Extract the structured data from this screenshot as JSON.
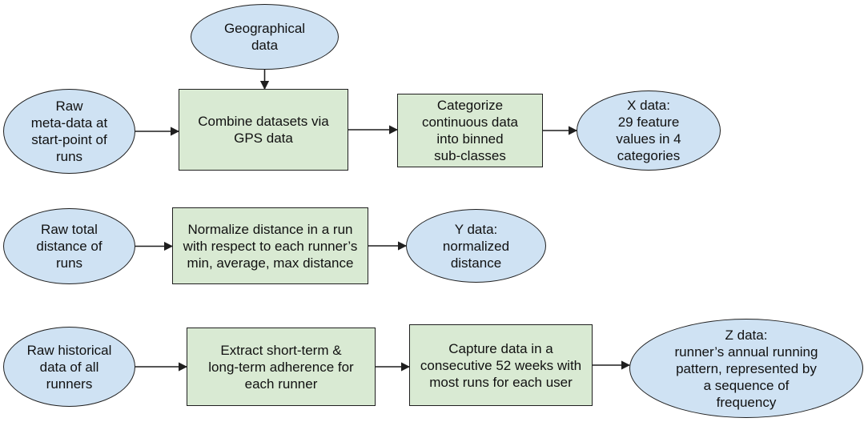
{
  "colors": {
    "ellipse_fill": "#cfe2f3",
    "rect_fill": "#d9ead3",
    "stroke": "#1f1f1f",
    "text": "#111111"
  },
  "nodes": {
    "geo": "Geographical\ndata",
    "raw_meta": "Raw\nmeta-data at\nstart-point of\nruns",
    "combine": "Combine datasets via\nGPS data",
    "categorize": "Categorize\ncontinuous data\ninto binned\nsub-classes",
    "x_data": "X data:\n29 feature\nvalues in 4\ncategories",
    "raw_total": "Raw total\ndistance of\nruns",
    "normalize": "Normalize distance in a run\nwith respect to each runner’s\nmin, average, max distance",
    "y_data": "Y data:\nnormalized\ndistance",
    "raw_hist": "Raw historical\ndata of all\nrunners",
    "extract": "Extract short-term &\nlong-term adherence for\neach runner",
    "capture": "Capture data in a\nconsecutive 52 weeks with\nmost runs for each user",
    "z_data": "Z data:\nrunner’s annual running\npattern, represented by\na sequence of\nfrequency"
  },
  "edges": [
    {
      "from": "geo",
      "to": "combine"
    },
    {
      "from": "raw_meta",
      "to": "combine"
    },
    {
      "from": "combine",
      "to": "categorize"
    },
    {
      "from": "categorize",
      "to": "x_data"
    },
    {
      "from": "raw_total",
      "to": "normalize"
    },
    {
      "from": "normalize",
      "to": "y_data"
    },
    {
      "from": "raw_hist",
      "to": "extract"
    },
    {
      "from": "extract",
      "to": "capture"
    },
    {
      "from": "capture",
      "to": "z_data"
    }
  ]
}
